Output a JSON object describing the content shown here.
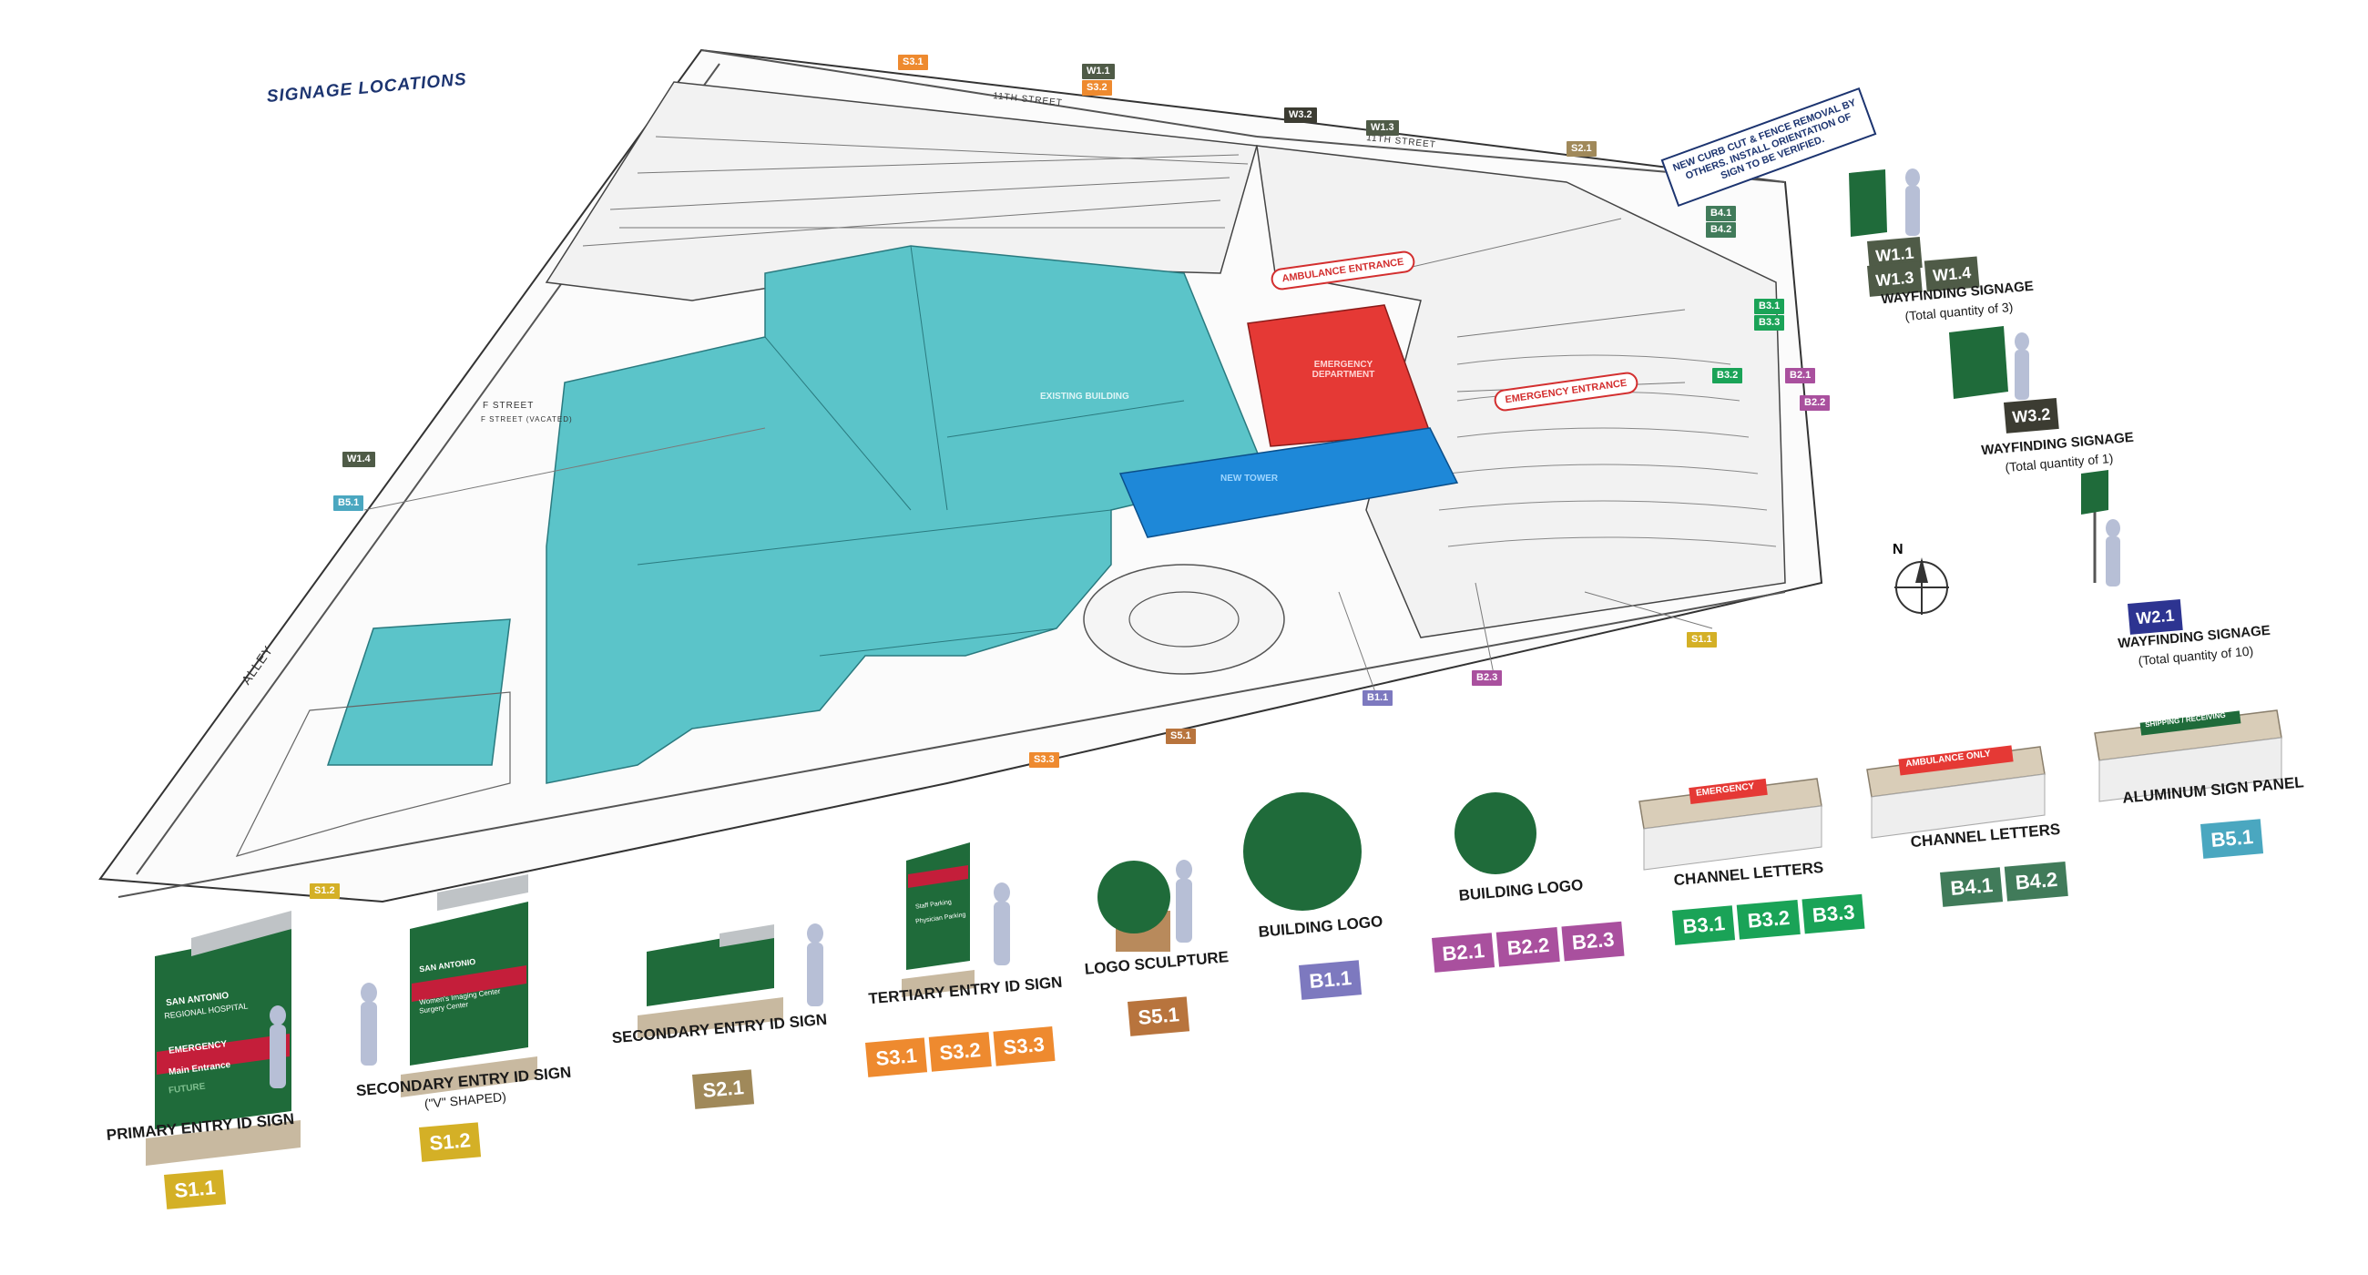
{
  "title": "SIGNAGE LOCATIONS",
  "streets": {
    "s11th": "11TH STREET",
    "f_street": "F STREET",
    "f_street_vacated": "F STREET (VACATED)",
    "alley": "ALLEY"
  },
  "buildings": {
    "existing": "EXISTING BUILDING",
    "new_tower": "NEW TOWER",
    "emergency": "EMERGENCY DEPARTMENT"
  },
  "callouts": {
    "ambulance": "AMBULANCE ENTRANCE",
    "emergency_entrance": "EMERGENCY ENTRANCE"
  },
  "note": "NEW CURB CUT & FENCE REMOVAL BY OTHERS. INSTALL ORIENTATION OF SIGN TO BE VERIFIED.",
  "north": "N",
  "colors": {
    "existing": "#5bc4c9",
    "new_tower": "#1e88d8",
    "emergency": "#e53935",
    "brand_green": "#1f6b3a",
    "s1": "#d4b026",
    "s2": "#a0895a",
    "s3": "#ee8a2f",
    "s5": "#b8743d",
    "b1": "#7d79bf",
    "b2": "#a9509e",
    "b3": "#1aa357",
    "b4": "#417b5a",
    "b5": "#4aa7c0",
    "w1": "#4f5b47",
    "w2": "#2d3491",
    "w3": "#3c3c32"
  },
  "map_tags": {
    "s3_1": "S3.1",
    "w1_1": "W1.1",
    "s3_2": "S3.2",
    "w3_2": "W3.2",
    "w1_3": "W1.3",
    "s2_1": "S2.1",
    "b4_1": "B4.1",
    "b4_2": "B4.2",
    "b3_1": "B3.1",
    "b3_3": "B3.3",
    "b3_2": "B3.2",
    "b2_1": "B2.1",
    "b2_2": "B2.2",
    "w1_4": "W1.4",
    "b5_1": "B5.1",
    "s1_1": "S1.1",
    "b1_1": "B1.1",
    "b2_3": "B2.3",
    "s5_1": "S5.1",
    "s3_3": "S3.3",
    "s1_2": "S1.2"
  },
  "legend": {
    "primary": {
      "label": "PRIMARY ENTRY ID SIGN",
      "codes": [
        "S1.1"
      ]
    },
    "secondary_v": {
      "label": "SECONDARY ENTRY ID SIGN",
      "label2": "(\"V\" SHAPED)",
      "codes": [
        "S1.2"
      ]
    },
    "secondary": {
      "label": "SECONDARY ENTRY ID SIGN",
      "codes": [
        "S2.1"
      ]
    },
    "tertiary": {
      "label": "TERTIARY ENTRY ID SIGN",
      "codes": [
        "S3.1",
        "S3.2",
        "S3.3"
      ]
    },
    "logo_sculpture": {
      "label": "LOGO SCULPTURE",
      "codes": [
        "S5.1"
      ]
    },
    "building_logo_1": {
      "label": "BUILDING LOGO",
      "codes": [
        "B1.1"
      ]
    },
    "building_logo_2": {
      "label": "BUILDING LOGO",
      "codes": [
        "B2.1",
        "B2.2",
        "B2.3"
      ]
    },
    "channel_letters_1": {
      "label": "CHANNEL LETTERS",
      "codes": [
        "B3.1",
        "B3.2",
        "B3.3"
      ],
      "panel_text": "EMERGENCY"
    },
    "channel_letters_2": {
      "label": "CHANNEL LETTERS",
      "codes": [
        "B4.1",
        "B4.2"
      ],
      "panel_text": "AMBULANCE ONLY"
    },
    "aluminum_panel": {
      "label": "ALUMINUM SIGN PANEL",
      "codes": [
        "B5.1"
      ],
      "panel_text": "SHIPPING / RECEIVING"
    },
    "wayfinding_1": {
      "label": "WAYFINDING SIGNAGE",
      "qty": "(Total quantity of 3)",
      "codes": [
        "W1.1",
        "W1.3",
        "W1.4"
      ]
    },
    "wayfinding_3": {
      "label": "WAYFINDING SIGNAGE",
      "qty": "(Total quantity of 1)",
      "codes": [
        "W3.2"
      ]
    },
    "wayfinding_2": {
      "label": "WAYFINDING SIGNAGE",
      "qty": "(Total quantity of 10)",
      "codes": [
        "W2.1"
      ]
    }
  },
  "sign_faces": {
    "hospital": "SAN ANTONIO",
    "hospital2": "REGIONAL HOSPITAL",
    "emergency": "EMERGENCY",
    "main_entrance": "Main Entrance",
    "future": "FUTURE",
    "womens": "Women's Imaging Center",
    "surgery": "Surgery Center",
    "staff_parking": "Staff Parking",
    "physician_parking": "Physician Parking"
  }
}
